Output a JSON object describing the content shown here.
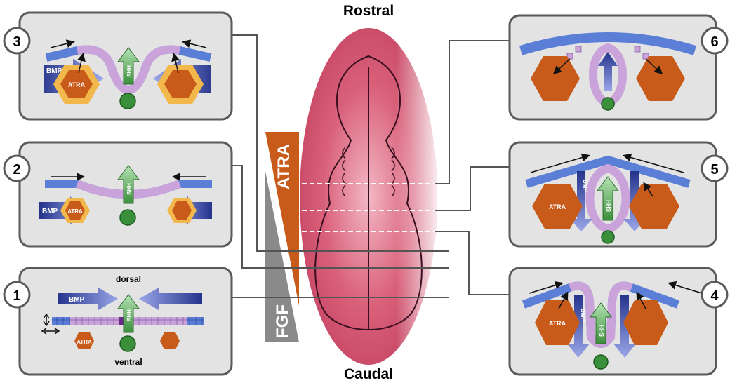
{
  "orientation": {
    "top": "Rostral",
    "bottom": "Caudal"
  },
  "gradients": {
    "atra": "ATRA",
    "fgf": "FGF"
  },
  "stage1": {
    "badge": "1",
    "top_label": "dorsal",
    "bottom_label": "ventral",
    "bmp": "BMP",
    "shh": "SHH",
    "atra": "ATRA"
  },
  "stage2": {
    "badge": "2",
    "bmp": "BMP",
    "shh": "SHH",
    "atra": "ATRA"
  },
  "stage3": {
    "badge": "3",
    "bmp": "BMP",
    "shh": "SHH",
    "atra": "ATRA"
  },
  "stage4": {
    "badge": "4",
    "bmp": "BMP",
    "shh": "SHH",
    "atra": "ATRA"
  },
  "stage5": {
    "badge": "5",
    "bmp": "BMP",
    "shh": "SHH",
    "atra": "ATRA"
  },
  "stage6": {
    "badge": "6"
  },
  "colors": {
    "panel": "#e3e3e3",
    "panel_border": "#5a5a5a",
    "ectoderm": "#5b7fd6",
    "neural": "#c9a3d9",
    "somite": "#c85a1a",
    "atra_halo": "#f2b84b",
    "notochord": "#3a8f3a",
    "shh": "#8fcf8f",
    "bmp": "#2b3f9c",
    "embryo": "#d9607a"
  }
}
